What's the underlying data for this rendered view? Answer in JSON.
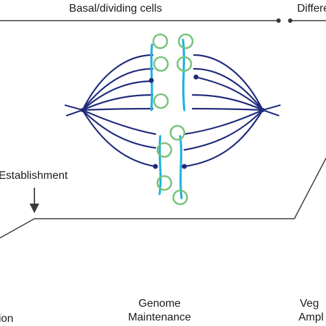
{
  "header": {
    "left_label": "Basal/dividing cells",
    "right_label": "Differe"
  },
  "annotations": {
    "establishment": "Establishment"
  },
  "phases": {
    "left_partial": "ion",
    "middle_line1": "Genome",
    "middle_line2": "Maintenance",
    "right_line1": "Veg",
    "right_line2": "Ampl"
  },
  "colors": {
    "spindle": "#1f2a7a",
    "chromosome": "#1fb3e0",
    "kinetochore": "#1f2a7a",
    "genome_circle": "#78c27a",
    "line": "#3a3a3a"
  }
}
